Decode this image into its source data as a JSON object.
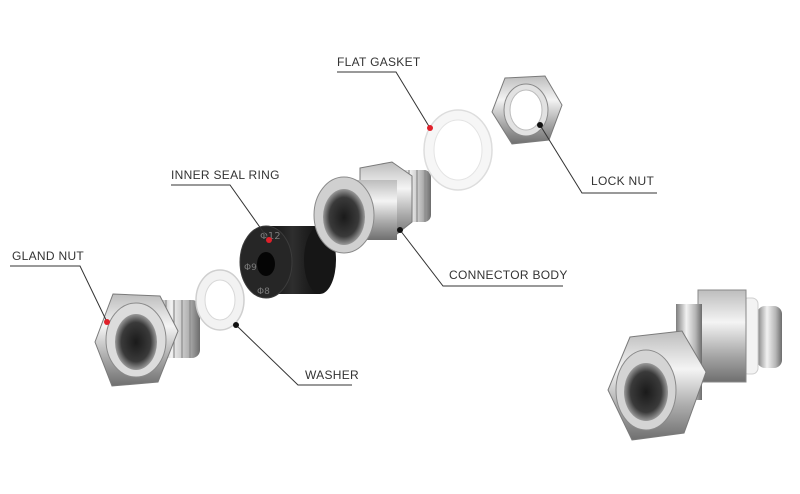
{
  "labels": {
    "gland_nut": "GLAND NUT",
    "inner_seal_ring": "INNER SEAL RING",
    "flat_gasket": "FLAT GASKET",
    "lock_nut": "LOCK NUT",
    "connector_body": "CONNECTOR BODY",
    "washer": "WASHER"
  },
  "seal_markings": [
    "Φ12",
    "Φ9",
    "Φ8"
  ],
  "colors": {
    "background": "#ffffff",
    "leader": "#333333",
    "dot_red": "#e0202a",
    "dot_black": "#111111",
    "steel_light": "#eeeeee",
    "steel_dark": "#8a8a8a",
    "rubber": "#1e1e1e"
  }
}
